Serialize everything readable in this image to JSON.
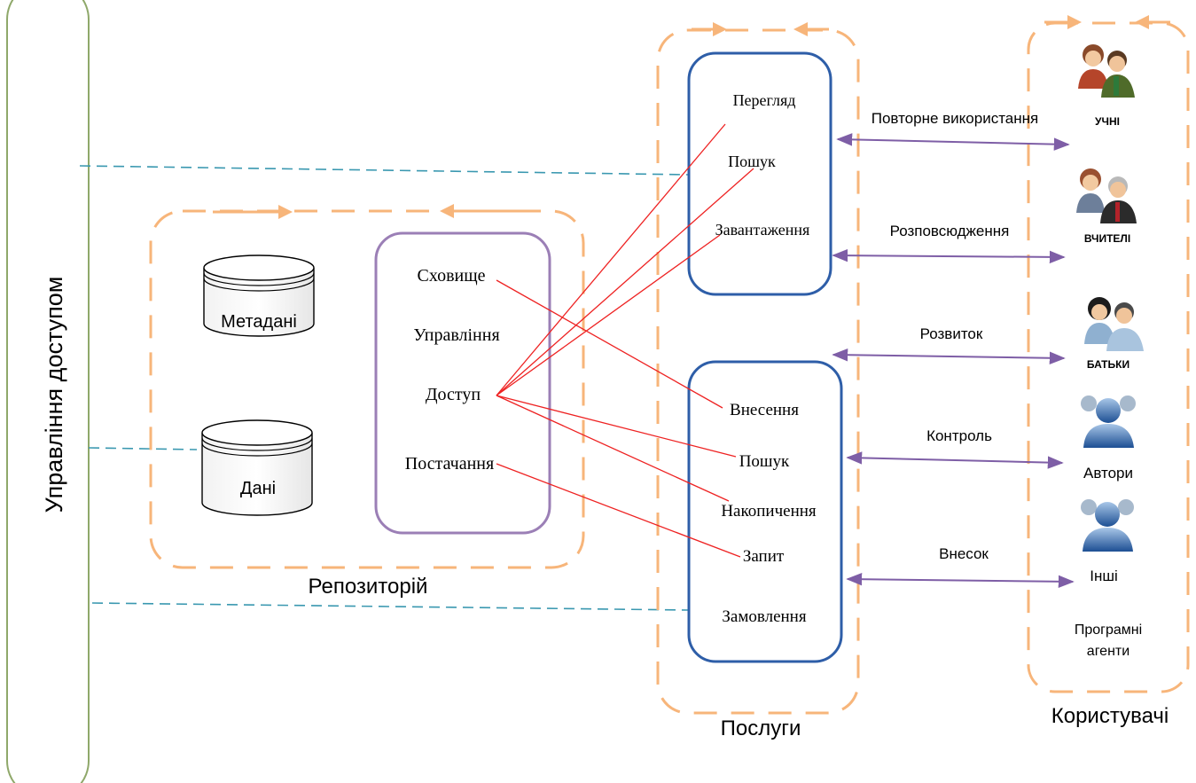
{
  "access_control": {
    "label": "Управління доступом"
  },
  "repository": {
    "label": "Репозиторій",
    "databases": {
      "metadata": "Метадані",
      "data": "Дані"
    },
    "functions": [
      "Сховище",
      "Управління",
      "Доступ",
      "Постачання"
    ]
  },
  "services": {
    "label": "Послуги",
    "top_box": [
      "Перегляд",
      "Пошук",
      "Завантаження"
    ],
    "bottom_box": [
      "Внесення",
      "Пошук",
      "Накопичення",
      "Запит",
      "Замовлення"
    ]
  },
  "relations": [
    "Повторне використання",
    "Розповсюдження",
    "Розвиток",
    "Контроль",
    "Внесок"
  ],
  "users": {
    "label": "Користувачі",
    "groups": [
      "УЧНІ",
      "ВЧИТЕЛІ",
      "БАТЬКИ",
      "Автори",
      "Інші",
      "Програмні агенти"
    ]
  },
  "colors": {
    "orange_dash": "#f7b57a",
    "green_border": "#8fa86a",
    "purple_box": "#9b7fb6",
    "blue_box": "#2e5ea8",
    "red_line": "#ee2222",
    "purple_arrow": "#7e5ea6",
    "teal_dash": "#3a98b0"
  },
  "icons": [
    "students-icon",
    "teachers-icon",
    "parents-icon",
    "authors-icon",
    "others-icon"
  ]
}
